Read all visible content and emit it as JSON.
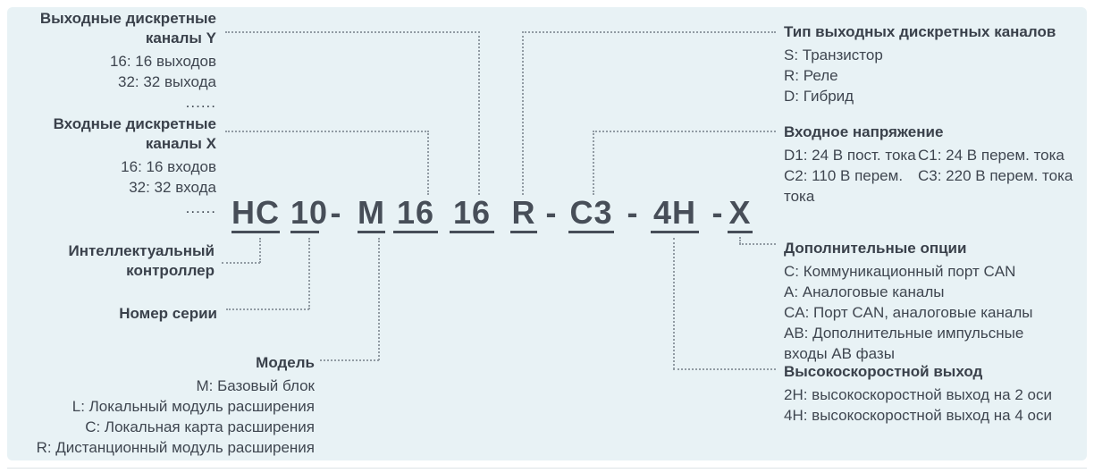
{
  "colors": {
    "page_background": "#ffffff",
    "panel_background": "#e8f2f5",
    "text": "#3f4650",
    "code_text": "#474e58",
    "connector_dots": "#919ba3",
    "bottom_divider": "#dde3e6"
  },
  "model_code": {
    "segments": [
      "HC",
      "10",
      "-",
      "M",
      "16",
      "16",
      "R",
      "-",
      "C3",
      "-",
      "4H",
      "-",
      "X"
    ]
  },
  "annotations": {
    "output_y": {
      "title": "Выходные дискретные\nканалы Y",
      "items": [
        "16: 16 выходов",
        "32: 32 выхода",
        "......"
      ]
    },
    "input_x": {
      "title": "Входные дискретные\nканалы X",
      "items": [
        "16: 16 входов",
        "32: 32 входа",
        "......"
      ]
    },
    "controller": {
      "title": "Интеллектуальный\nконтроллер"
    },
    "series": {
      "title": "Номер серии"
    },
    "model": {
      "title": "Модель",
      "items": [
        "M: Базовый блок",
        "L: Локальный модуль расширения",
        "C: Локальная карта расширения",
        "R: Дистанционный модуль расширения"
      ]
    },
    "output_type": {
      "title": "Тип выходных дискретных каналов",
      "items": [
        "S: Транзистор",
        "R: Реле",
        "D: Гибрид"
      ]
    },
    "voltage": {
      "title": "Входное напряжение",
      "rows": [
        [
          "D1: 24 В пост. тока",
          "C1: 24 В перем. тока"
        ],
        [
          "C2: 110 В перем. тока",
          "C3: 220 В перем. тока"
        ]
      ]
    },
    "options": {
      "title": "Дополнительные опции",
      "items": [
        "C: Коммуникационный порт CAN",
        "A: Аналоговые каналы",
        "CA: Порт CAN, аналоговые каналы",
        "AB: Дополнительные импульсные\nвходы AB фазы"
      ]
    },
    "hs_output": {
      "title": "Высокоскоростной выход",
      "items": [
        "2H: высокоскоростной выход на 2 оси",
        "4H: высокоскоростной выход на 4 оси"
      ]
    }
  }
}
